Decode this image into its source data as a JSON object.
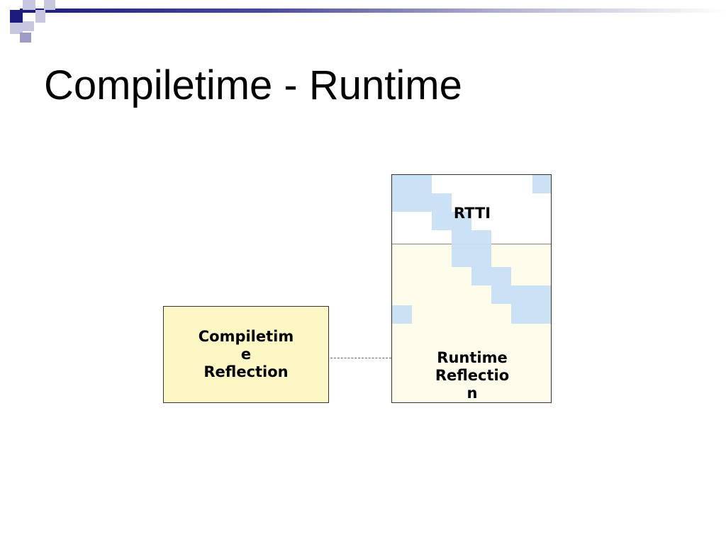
{
  "slide": {
    "title": "Compiletime - Runtime"
  },
  "diagram": {
    "compiletime_box": {
      "lines": [
        "Compiletim",
        "e",
        "Reflection"
      ]
    },
    "runtime_stack": {
      "top_label": "RTTI",
      "bottom_lines": [
        "Runtime",
        "Reflectio",
        "n"
      ]
    },
    "colors": {
      "accent_dark": "#1c1c7a",
      "box_fill": "#fcf7c4",
      "stack_fill": "#fdfbe9",
      "pattern_blue": "#c8e0f6"
    }
  },
  "decorations": {
    "corner_pattern_icon": "checker-squares-icon"
  }
}
